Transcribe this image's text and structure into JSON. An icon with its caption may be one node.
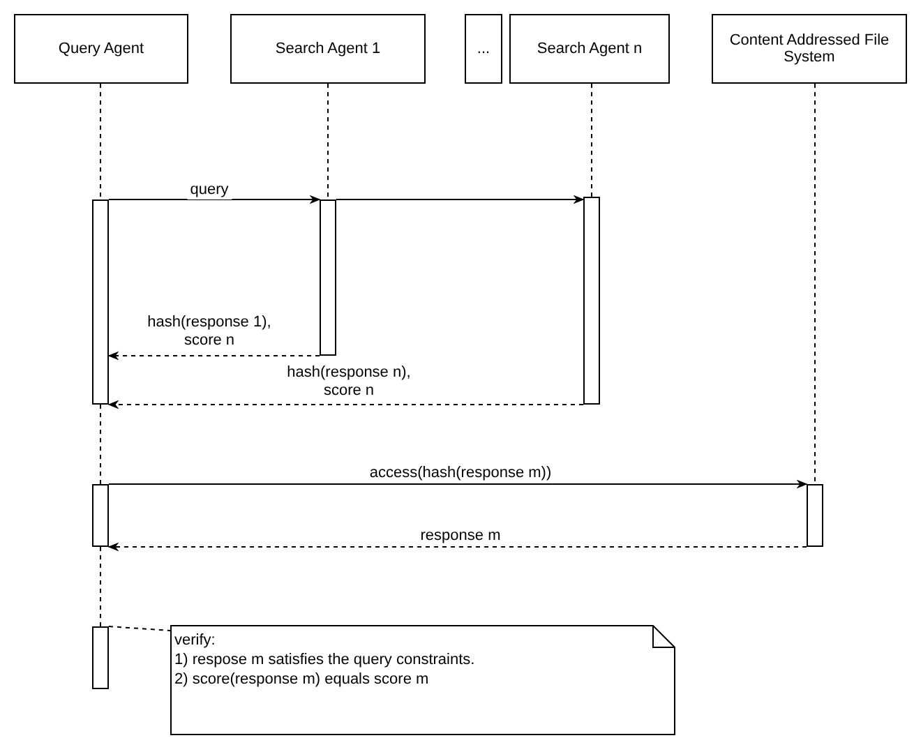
{
  "diagram": {
    "nodes": [
      {
        "text": [
          "Query Agent"
        ]
      },
      {
        "text": [
          "Search Agent 1"
        ]
      },
      {
        "text": [
          "..."
        ]
      },
      {
        "text": [
          "Search Agent n"
        ]
      },
      {
        "text": [
          "Content Addressed File System"
        ]
      },
      {
        "text": [],
        "shape": "bar"
      },
      {
        "text": [],
        "shape": "bar"
      },
      {
        "text": [],
        "shape": "bar"
      },
      {
        "text": [],
        "shape": "bar"
      },
      {
        "text": [],
        "shape": "bar"
      },
      {
        "text": [],
        "shape": "bar"
      },
      {
        "text": [
          "verify:",
          "1) respose m satisfies the query constraints.",
          "2) score(response m) equals score m"
        ]
      }
    ],
    "edges": [
      {
        "from": 5,
        "to": 6,
        "arrow": "to",
        "label": "query"
      },
      {
        "from": 6,
        "to": 7,
        "arrow": "to"
      },
      {
        "from": 6,
        "to": 5,
        "arrow": "to",
        "style": "dashed",
        "label": "hash(response 1), score n"
      },
      {
        "from": 7,
        "to": 5,
        "arrow": "to",
        "style": "dashed",
        "label": "hash(response n), score n"
      },
      {
        "from": 8,
        "to": 9,
        "arrow": "to",
        "label": "access(hash(response m))"
      },
      {
        "from": 9,
        "to": 8,
        "arrow": "to",
        "style": "dashed",
        "label": "response m"
      },
      {
        "from": 10,
        "to": 11,
        "arrow": "none",
        "style": "dashed"
      },
      {
        "from": 0,
        "to": 5,
        "arrow": "none",
        "style": "dashed"
      },
      {
        "from": 5,
        "to": 8,
        "arrow": "none",
        "style": "dashed"
      },
      {
        "from": 8,
        "to": 10,
        "arrow": "none",
        "style": "dashed"
      },
      {
        "from": 1,
        "to": 6,
        "arrow": "none",
        "style": "dashed"
      },
      {
        "from": 3,
        "to": 7,
        "arrow": "none",
        "style": "dashed"
      },
      {
        "from": 4,
        "to": 9,
        "arrow": "none",
        "style": "dashed"
      }
    ]
  }
}
